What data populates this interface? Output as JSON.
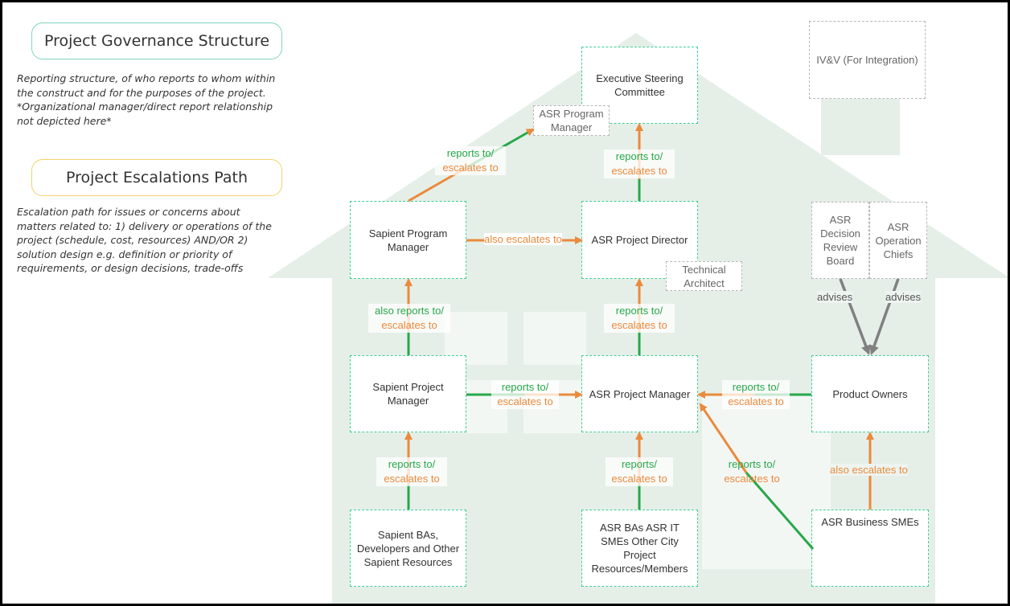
{
  "gov": {
    "title": "Project Governance Structure",
    "description": "Reporting structure, of who reports to whom within the construct and for the purposes of the project. *Organizational manager/direct report relationship not depicted here*"
  },
  "esc": {
    "title": "Project Escalations Path",
    "description": "Escalation path for issues or concerns about matters related to: 1) delivery or operations of the project (schedule, cost, resources) AND/OR 2) solution design e.g. definition or priority of requirements, or design decisions, trade-offs"
  },
  "nodes": {
    "exec": "Executive Steering Committee",
    "asr_program_mgr": "ASR Program Manager",
    "ivv": "IV&V (For Integration)",
    "sapient_program_mgr": "Sapient Program Manager",
    "asr_project_director": "ASR Project Director",
    "technical_architect": "Technical Architect",
    "asr_decision_review_board": "ASR Decision Review Board",
    "asr_operation_chiefs": "ASR Operation Chiefs",
    "sapient_project_mgr": "Sapient Project Manager",
    "asr_project_mgr": "ASR Project Manager",
    "product_owners": "Product Owners",
    "sapient_bas": "Sapient BAs, Developers and Other Sapient Resources",
    "asr_bas": "ASR BAs ASR IT SMEs Other City Project Resources/Members",
    "asr_business_smes": "ASR Business SMEs"
  },
  "labels": {
    "reports_to": "reports to/",
    "escalates_to": "escalates to",
    "also_reports_to": "also reports to/",
    "reports": "reports/",
    "also_escalates_to": "also escalates to",
    "advises": "advises"
  },
  "colors": {
    "green": "#27a84a",
    "orange": "#ea8a3c",
    "box_border": "#3ecf94",
    "grey": "#808080",
    "house": "#e5efe8"
  }
}
